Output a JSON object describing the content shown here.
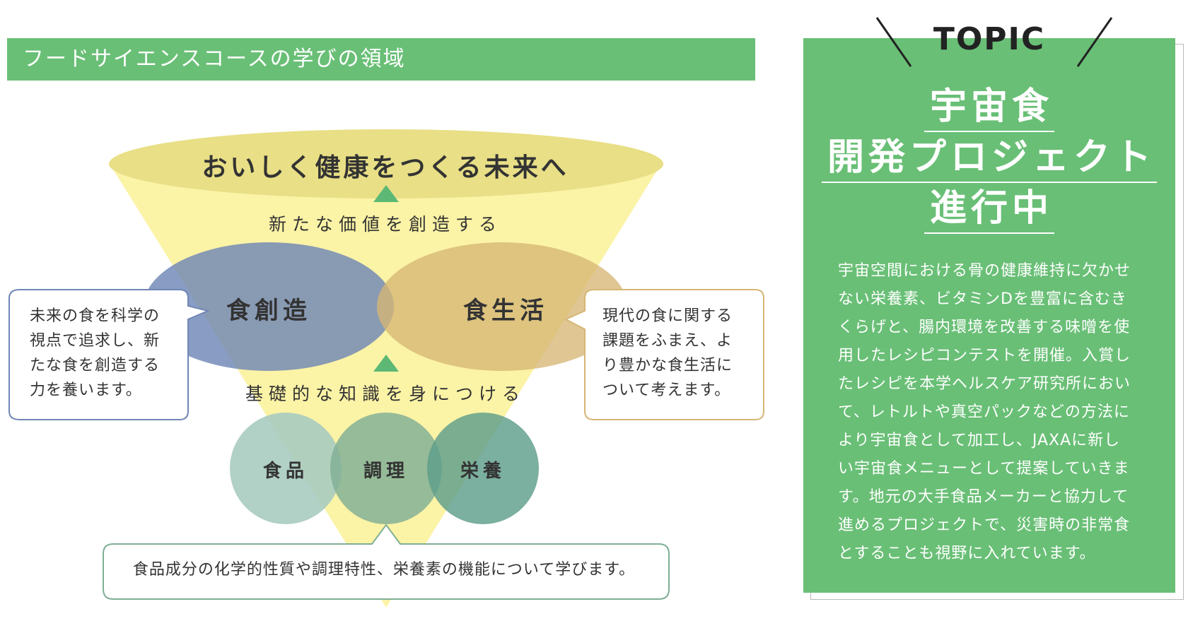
{
  "header": {
    "title": "フードサイエンスコースの学びの領域"
  },
  "diagram": {
    "goal": "おいしく健康をつくる未来へ",
    "new_value": "新たな価値を創造する",
    "basic_knowledge": "基礎的な知識を身につける",
    "circles": {
      "creation": "食創造",
      "life": "食生活"
    },
    "small_circles": [
      "食品",
      "調理",
      "栄養"
    ],
    "left_bubble": [
      "未来の食を科学の",
      "視点で追求し、新",
      "たな食を創造する",
      "力を養います。"
    ],
    "right_bubble": [
      "現代の食に関する",
      "課題をふまえ、よ",
      "り豊かな食生活に",
      "ついて考えます。"
    ],
    "bottom_bubble": "食品成分の化学的性質や調理特性、栄養素の機能について学びます。",
    "colors": {
      "header_green": "#69bf76",
      "funnel_yellow": "#fbf3a6",
      "ellipse_olive": "#e8df86",
      "arrow_green": "#5cb874",
      "creation_blue": "#6f86b6",
      "life_tan": "#d6b674",
      "food_teal": "#a9cbc0",
      "cooking_teal": "#7fae95",
      "nutrition_teal": "#5e9e8b"
    }
  },
  "topic": {
    "label": "TOPIC",
    "headline": [
      "宇宙食",
      "開発プロジェクト",
      "進行中"
    ],
    "body": [
      "宇宙空間における骨の健康維持に欠かせ",
      "ない栄養素、ビタミンDを豊富に含むき",
      "くらげと、腸内環境を改善する味噌を使",
      "用したレシピコンテストを開催。入賞し",
      "たレシピを本学ヘルスケア研究所におい",
      "て、レトルトや真空パックなどの方法に",
      "より宇宙食として加工し、JAXAに新し",
      "い宇宙食メニューとして提案していきま",
      "す。地元の大手食品メーカーと協力して",
      "進めるプロジェクトで、災害時の非常食",
      "とすることも視野に入れています。"
    ]
  }
}
